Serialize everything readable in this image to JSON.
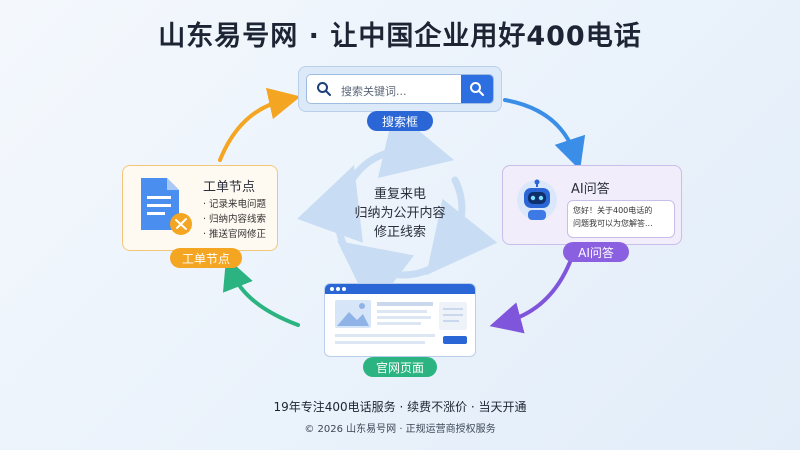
{
  "header": {
    "title": "山东易号网 · 让中国企业用好400电话"
  },
  "search": {
    "placeholder": "搜索关键词...",
    "label": "搜索框"
  },
  "ai": {
    "title": "AI问答",
    "bubble_line1": "您好！关于400电话的",
    "bubble_line2": "问题我可以为您解答...",
    "label": "AI问答"
  },
  "website": {
    "label": "官网页面"
  },
  "work_order": {
    "title": "工单节点",
    "items": [
      "记录来电问题",
      "归纳内容线索",
      "推送官网修正"
    ],
    "label": "工单节点"
  },
  "center": {
    "line1": "重复来电",
    "line2": "归纳为公开内容",
    "line3": "修正线索"
  },
  "footer": {
    "main": "19年专注400电话服务 · 续费不涨价 · 当天开通",
    "sub": "© 2026 山东易号网 · 正规运营商授权服务"
  },
  "colors": {
    "blue": "#2a66d6",
    "purple": "#8a5fe0",
    "green": "#2bb481",
    "orange": "#f4a521"
  }
}
